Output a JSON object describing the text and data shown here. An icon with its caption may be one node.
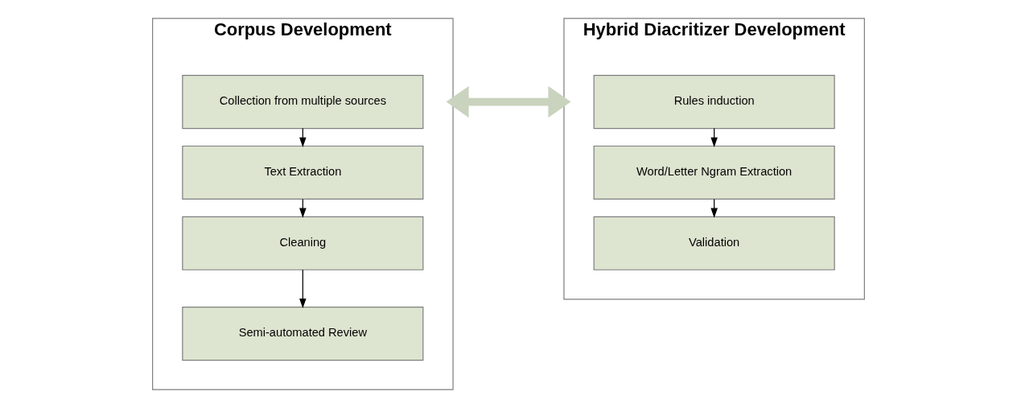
{
  "diagram": {
    "nodes": [
      {
        "text": [
          "Corpus Development"
        ]
      },
      {
        "text": [
          "Collection from multiple sources"
        ],
        "in": 0
      },
      {
        "text": [
          "Text Extraction"
        ],
        "in": 0
      },
      {
        "text": [
          "Cleaning"
        ],
        "in": 0
      },
      {
        "text": [
          "Semi-automated Review"
        ],
        "in": 0
      },
      {
        "text": [
          "Hybrid Diacritizer Development"
        ]
      },
      {
        "text": [
          "Rules induction"
        ],
        "in": 5
      },
      {
        "text": [
          "Word/Letter Ngram Extraction"
        ],
        "in": 5
      },
      {
        "text": [
          "Validation"
        ],
        "in": 5
      }
    ],
    "edges": [
      {
        "from": 1,
        "to": 2,
        "arrow": "to"
      },
      {
        "from": 2,
        "to": 3,
        "arrow": "to"
      },
      {
        "from": 3,
        "to": 4,
        "arrow": "to"
      },
      {
        "from": 6,
        "to": 7,
        "arrow": "to"
      },
      {
        "from": 7,
        "to": 8,
        "arrow": "to"
      },
      {
        "from": 0,
        "to": 5,
        "arrow": "both",
        "style": "thick",
        "color": "#c9d3bd"
      }
    ]
  }
}
